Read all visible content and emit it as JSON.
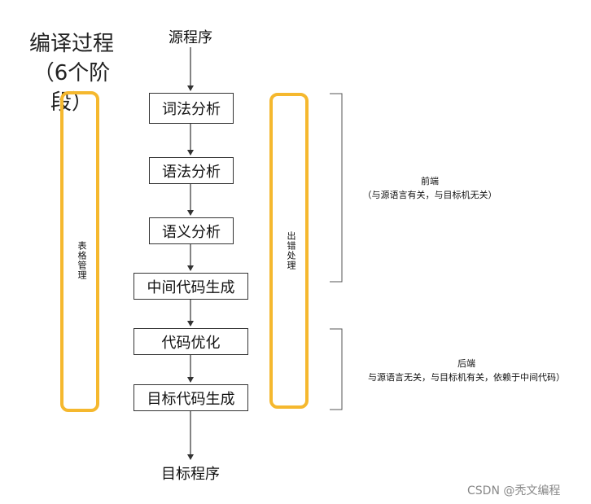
{
  "title": {
    "line1": "编译过程",
    "line2": "（6个阶段）"
  },
  "source_label": "源程序",
  "target_label": "目标程序",
  "stages": [
    "词法分析",
    "语法分析",
    "语义分析",
    "中间代码生成",
    "代码优化",
    "目标代码生成"
  ],
  "side_panels": {
    "left": "表格管理",
    "right": "出错处理"
  },
  "groups": {
    "front": {
      "title": "前端",
      "desc": "（与源语言有关，与目标机无关）"
    },
    "back": {
      "title": "后端",
      "desc": "与源语言无关，与目标机有关，依赖于中间代码）"
    }
  },
  "watermark": "CSDN @秃文编程",
  "colors": {
    "panel_border": "#f5b82e",
    "box_border": "#333333",
    "line": "#333333",
    "bracket": "#555555"
  }
}
